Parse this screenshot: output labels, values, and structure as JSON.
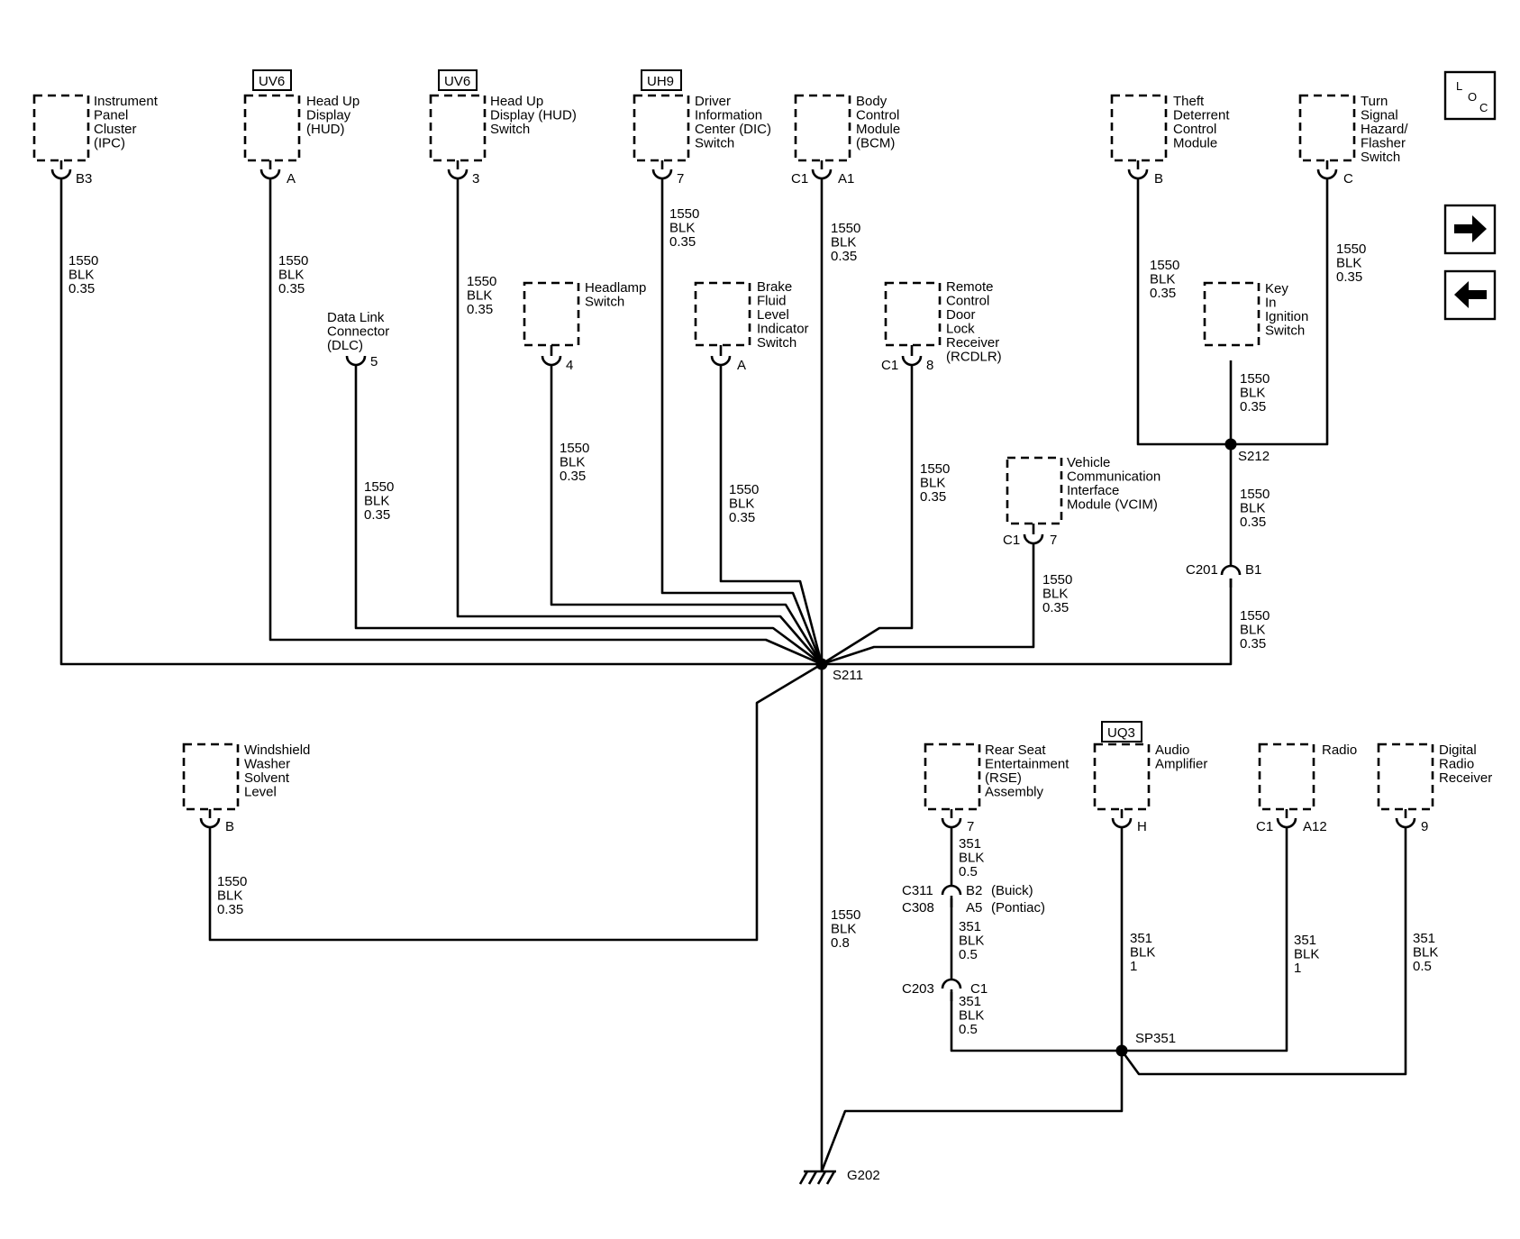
{
  "components": {
    "ipc": {
      "lines": [
        "Instrument",
        "Panel",
        "Cluster",
        "(IPC)"
      ],
      "pin": "B3",
      "wire": [
        "1550",
        "BLK",
        "0.35"
      ]
    },
    "hud": {
      "option": "UV6",
      "lines": [
        "Head Up",
        "Display",
        "(HUD)"
      ],
      "pin": "A",
      "wire": [
        "1550",
        "BLK",
        "0.35"
      ]
    },
    "hud_switch": {
      "option": "UV6",
      "lines": [
        "Head Up",
        "Display (HUD)",
        "Switch"
      ],
      "pin": "3",
      "wire": [
        "1550",
        "BLK",
        "0.35"
      ]
    },
    "dic": {
      "option": "UH9",
      "lines": [
        "Driver",
        "Information",
        "Center (DIC)",
        "Switch"
      ],
      "pin": "7",
      "wire": [
        "1550",
        "BLK",
        "0.35"
      ]
    },
    "bcm": {
      "lines": [
        "Body",
        "Control",
        "Module",
        "(BCM)"
      ],
      "connector": "C1",
      "pin": "A1",
      "wire": [
        "1550",
        "BLK",
        "0.35"
      ]
    },
    "theft": {
      "lines": [
        "Theft",
        "Deterrent",
        "Control",
        "Module"
      ],
      "pin": "B",
      "wire": [
        "1550",
        "BLK",
        "0.35"
      ]
    },
    "turn_signal": {
      "lines": [
        "Turn",
        "Signal",
        "Hazard/",
        "Flasher",
        "Switch"
      ],
      "pin": "C",
      "wire": [
        "1550",
        "BLK",
        "0.35"
      ]
    },
    "dlc": {
      "lines": [
        "Data Link",
        "Connector",
        "(DLC)"
      ],
      "pin": "5",
      "wire": [
        "1550",
        "BLK",
        "0.35"
      ]
    },
    "headlamp": {
      "lines": [
        "Headlamp",
        "Switch"
      ],
      "pin": "4",
      "wire": [
        "1550",
        "BLK",
        "0.35"
      ]
    },
    "brake_fluid": {
      "lines": [
        "Brake",
        "Fluid",
        "Level",
        "Indicator",
        "Switch"
      ],
      "pin": "A",
      "wire": [
        "1550",
        "BLK",
        "0.35"
      ]
    },
    "rcdlr": {
      "lines": [
        "Remote",
        "Control",
        "Door",
        "Lock",
        "Receiver",
        "(RCDLR)"
      ],
      "connector": "C1",
      "pin": "8",
      "wire": [
        "1550",
        "BLK",
        "0.35"
      ]
    },
    "key": {
      "lines": [
        "Key",
        "In",
        "Ignition",
        "Switch"
      ],
      "wire": [
        "1550",
        "BLK",
        "0.35"
      ]
    },
    "vcim": {
      "lines": [
        "Vehicle",
        "Communication",
        "Interface",
        "Module (VCIM)"
      ],
      "connector": "C1",
      "pin": "7",
      "wire": [
        "1550",
        "BLK",
        "0.35"
      ]
    },
    "washer": {
      "lines": [
        "Windshield",
        "Washer",
        "Solvent",
        "Level"
      ],
      "pin": "B",
      "wire": [
        "1550",
        "BLK",
        "0.35"
      ]
    },
    "rse": {
      "lines": [
        "Rear Seat",
        "Entertainment",
        "(RSE)",
        "Assembly"
      ],
      "pin": "7",
      "wire": [
        "351",
        "BLK",
        "0.5"
      ]
    },
    "amp": {
      "option": "UQ3",
      "lines": [
        "Audio",
        "Amplifier"
      ],
      "pin": "H",
      "wire": [
        "351",
        "BLK",
        "1"
      ]
    },
    "radio": {
      "lines": [
        "Radio"
      ],
      "connector": "C1",
      "pin": "A12",
      "wire": [
        "351",
        "BLK",
        "1"
      ]
    },
    "drr": {
      "lines": [
        "Digital",
        "Radio",
        "Receiver"
      ],
      "pin": "9",
      "wire": [
        "351",
        "BLK",
        "0.5"
      ]
    }
  },
  "inline": {
    "c201": {
      "name": "C201",
      "pin": "B1",
      "wire_below": [
        "1550",
        "BLK",
        "0.35"
      ]
    },
    "c311": {
      "name": "C311",
      "pin": "B2",
      "note": "(Buick)"
    },
    "c308": {
      "name": "C308",
      "pin": "A5",
      "note": "(Pontiac)"
    },
    "rse_mid_wire": [
      "351",
      "BLK",
      "0.5"
    ],
    "c203": {
      "name": "C203",
      "pin": "C1",
      "wire_below": [
        "351",
        "BLK",
        "0.5"
      ]
    },
    "s212_down_wire": [
      "1550",
      "BLK",
      "0.35"
    ]
  },
  "splices": {
    "s211": "S211",
    "s212": "S212",
    "sp351": "SP351"
  },
  "ground": {
    "name": "G202",
    "wire": [
      "1550",
      "BLK",
      "0.8"
    ]
  },
  "nav": {
    "loc_letters": [
      "L",
      "O",
      "C"
    ],
    "next_icon": "arrow-right-icon",
    "prev_icon": "arrow-left-icon"
  }
}
